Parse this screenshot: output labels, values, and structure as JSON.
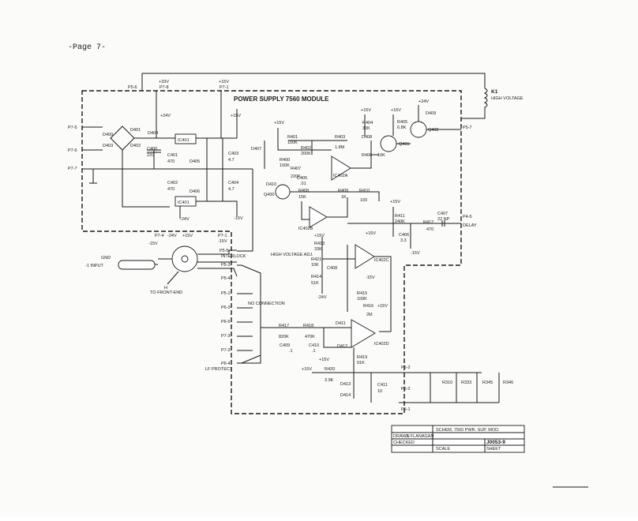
{
  "page": {
    "label": "-Page 7-"
  },
  "module": {
    "title": "POWER SUPPLY 7560 MODULE"
  },
  "rails": {
    "p33": "+33V",
    "p24": "+24V",
    "p15": "+15V",
    "m15": "-15V",
    "m24": "-24V",
    "p7_8": "P7-8",
    "p7_1": "P7-1",
    "p7_4": "P7-4",
    "p5_6": "P5-6",
    "p5_7": "P5-7",
    "p7_5": "P7-5",
    "p7_6": "P7-6",
    "p7_7": "P7-7"
  },
  "relay": {
    "name": "K1",
    "label": "HIGH VOLTAGE"
  },
  "ics": {
    "ic401a": "IC401",
    "ic401b": "IC401",
    "ic402a": "IC402A",
    "ic402b": "IC402B",
    "ic402c": "IC402C",
    "ic402d": "IC402D"
  },
  "transistors": {
    "q400": "Q400",
    "q401": "Q401",
    "q402": "Q402"
  },
  "components": {
    "d400": "D400",
    "d401": "D401",
    "d402": "D402",
    "d403": "D403",
    "d404": "D404",
    "d405": "D405",
    "d406": "D406",
    "d407": "D407",
    "d408": "D408",
    "d409": "D409",
    "d410": "D410",
    "d411": "D411",
    "d412": "D412",
    "d413": "D413",
    "d414": "D414",
    "c400": "C400",
    "c400v": "220",
    "c401": "C401",
    "c401v": "470",
    "c402": "C402",
    "c402v": "470",
    "c403": "C403",
    "c403v": "4.7",
    "c404": "C404",
    "c404v": "4.7",
    "c405": "C405",
    "c405v": ".01",
    "c406": "C406",
    "c406v": "3.3",
    "c407": "C407",
    "c407v": "22 NP",
    "c408": "C408",
    "c409": "C409",
    "c409v": ".1",
    "c410": "C410",
    "c410v": ".1",
    "c411": "C411",
    "c411v": "10",
    "r400": "R400",
    "r400v": "100K",
    "r401": "R401",
    "r401v": "100K",
    "r402": "R402",
    "r402v": "200K",
    "r403": "R403",
    "r403v": "1.8M",
    "r404": "R404",
    "r404v": "30K",
    "r405": "R405",
    "r405v": "6.8K",
    "r406": "R406",
    "r406v": "10K",
    "r407": "R407",
    "r407v": "220K",
    "r408": "R408",
    "r408v": "15K",
    "r409": "R409",
    "r409v": "1K",
    "r410": "R410",
    "r410v": "100",
    "r411": "R411",
    "r411v": "240K",
    "r412": "R412",
    "r412v": "470",
    "r413": "R413",
    "r413v": "33K",
    "r414": "R414",
    "r414v": "51K",
    "r415": "R415",
    "r415v": "100K",
    "r416": "R416",
    "r416v": "2M",
    "r417": "R417",
    "r417v": "820K",
    "r418": "R418",
    "r418v": "470K",
    "r419": "R419",
    "r419v": "91K",
    "r420": "R420",
    "r420v": "3.9K",
    "r421": "R421",
    "r421v": "10K",
    "r310": "R310",
    "r333": "R333",
    "r345": "R345",
    "r346": "R346"
  },
  "pins": {
    "p4_5": "P4-5",
    "delay": "DELAY",
    "p5_5": "P5-5",
    "interlock": "INTERLOCK",
    "p5_3": "P5-3",
    "p5_4": "P5-4",
    "p5_1": "P5-1",
    "p6_3": "P6-3",
    "p6_5": "P6-5",
    "p7_3": "P7-3",
    "p7_2": "P7-2",
    "p6_4": "P6-4",
    "lf_protect": "LF PROTECT",
    "no_connection": "NO CONNECTION",
    "p5_2": "P5-2",
    "p6_2": "P6-2",
    "p6_1": "P6-1",
    "gnd": "GND",
    "input": "-1 INPUT",
    "to_front_end": "TO FRONT-END",
    "h": "H",
    "hv_adj": "HIGH VOLTAGE ADJ."
  },
  "title_block": {
    "title": "SCHEM, 7560 PWR. SUP. MOD.",
    "drawn_label": "DRAWN",
    "drawn": "J. FLANAGAN",
    "number": "J0053-9",
    "checked_label": "CHECKED",
    "scale_label": "SCALE",
    "sheet_label": "SHEET"
  }
}
